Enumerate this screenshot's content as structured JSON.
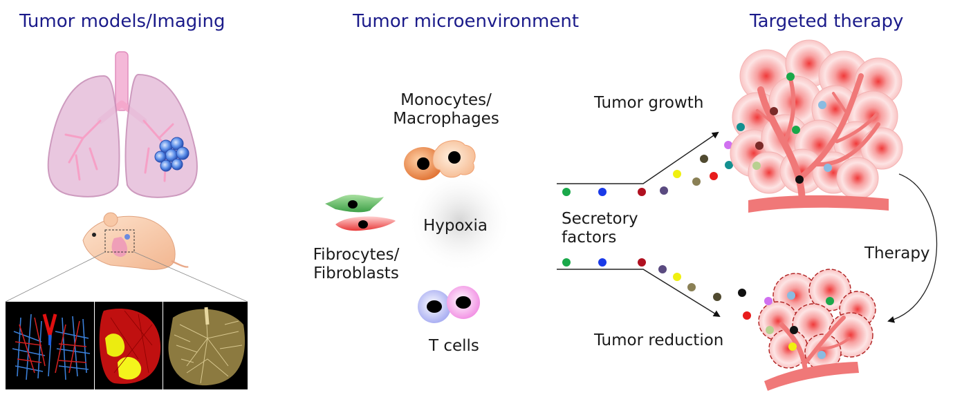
{
  "titles": {
    "models": "Tumor models/Imaging",
    "microenvironment": "Tumor microenvironment",
    "therapy": "Targeted therapy"
  },
  "cells": {
    "monocytes_line1": "Monocytes/",
    "monocytes_line2": "Macrophages",
    "fibrocytes_line1": "Fibrocytes/",
    "fibrocytes_line2": "Fibroblasts",
    "hypoxia": "Hypoxia",
    "tcells": "T cells"
  },
  "flow": {
    "secretory_line1": "Secretory",
    "secretory_line2": "factors",
    "growth": "Tumor growth",
    "reduction": "Tumor reduction",
    "therapy": "Therapy"
  },
  "colors": {
    "title": "#1b1b8a",
    "tumor": "#f08080",
    "vessel": "#f07878",
    "lung": "#e8b8d4",
    "mouse": "#f6c9a4",
    "tumor_cell": "#4a7fe0"
  }
}
